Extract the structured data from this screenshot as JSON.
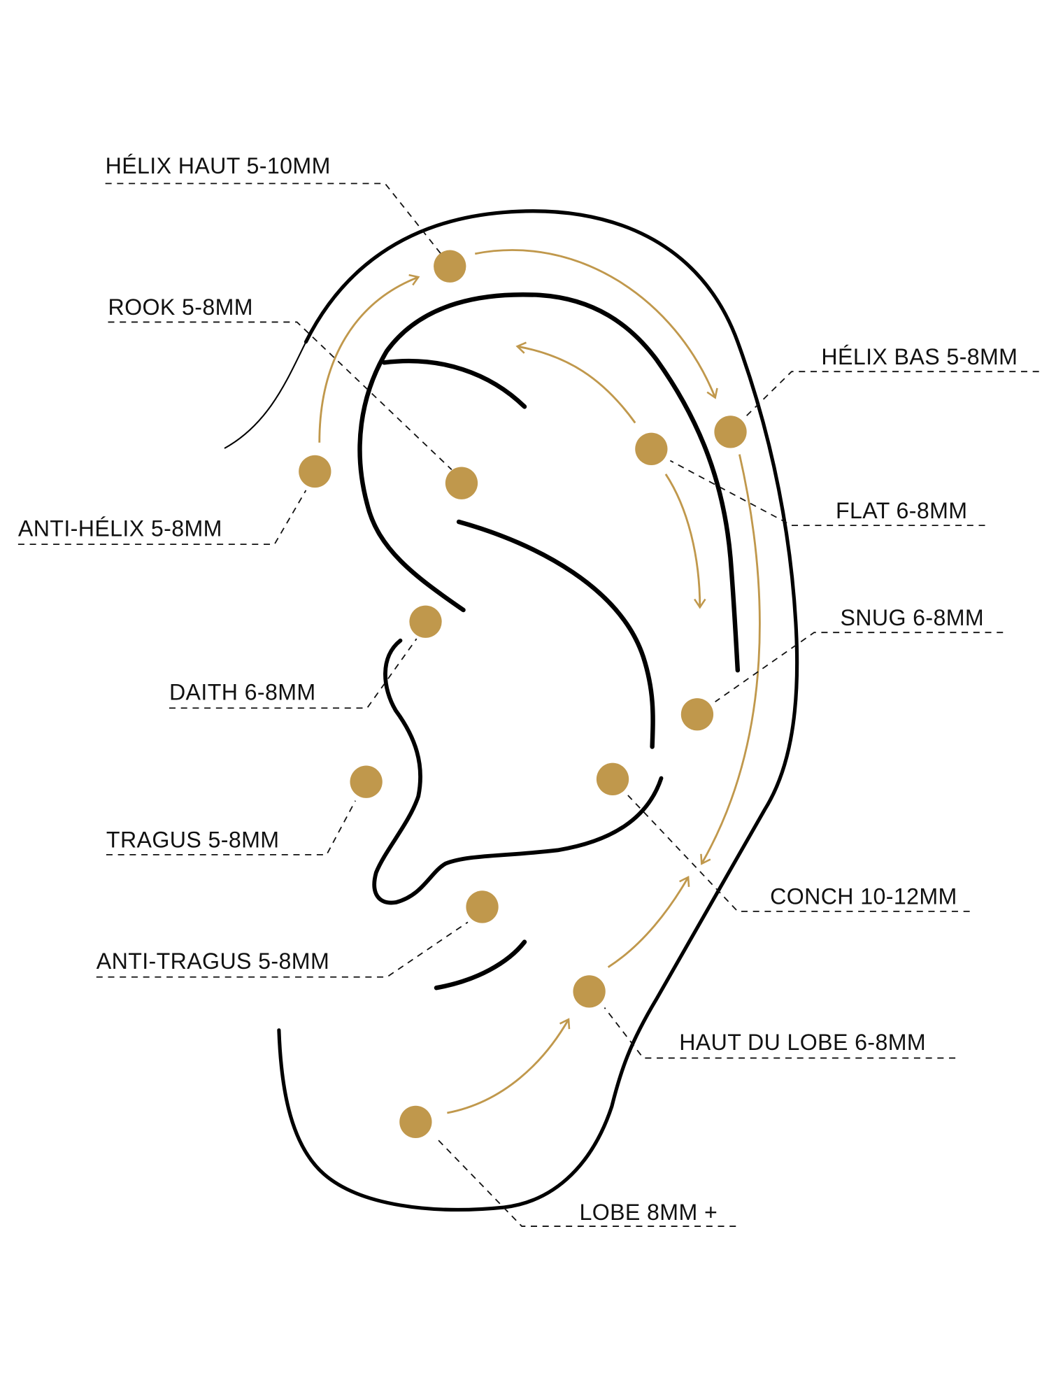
{
  "colors": {
    "accent": "#C0984C",
    "ink": "#000000"
  },
  "labels": {
    "helix_haut": "HÉLIX HAUT 5-10MM",
    "rook": "ROOK 5-8MM",
    "anti_helix": "ANTI-HÉLIX 5-8MM",
    "helix_bas": "HÉLIX BAS 5-8MM",
    "flat": "FLAT 6-8MM",
    "snug": "SNUG 6-8MM",
    "daith": "DAITH 6-8MM",
    "tragus": "TRAGUS 5-8MM",
    "conch": "CONCH 10-12MM",
    "anti_tragus": "ANTI-TRAGUS 5-8MM",
    "haut_du_lobe": "HAUT DU LOBE 6-8MM",
    "lobe": "LOBE 8MM +"
  }
}
